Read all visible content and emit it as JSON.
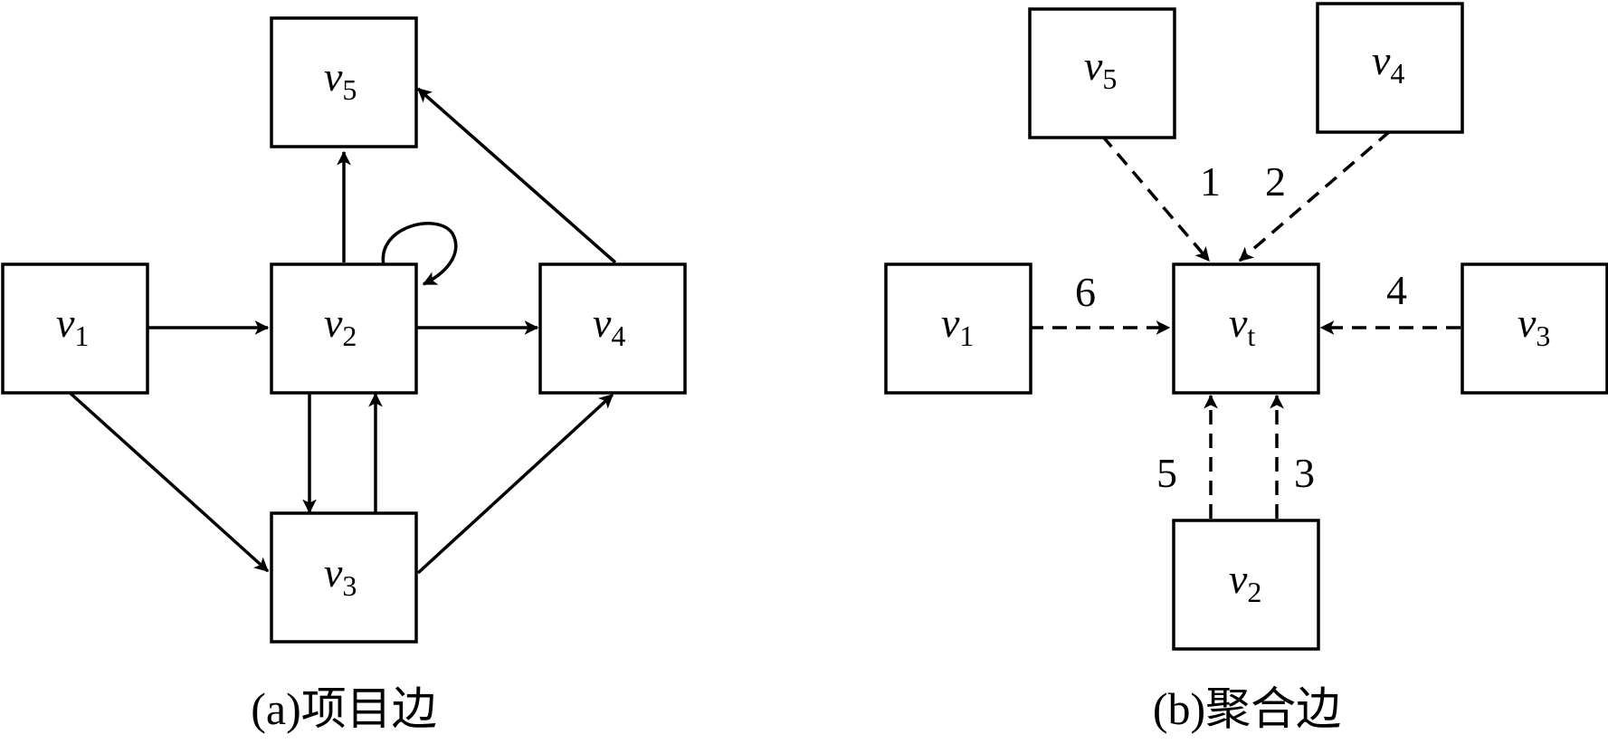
{
  "panel_a": {
    "caption": "(a)项目边",
    "nodes": [
      {
        "id": "v1",
        "base": "v",
        "sub": "1"
      },
      {
        "id": "v2",
        "base": "v",
        "sub": "2"
      },
      {
        "id": "v3",
        "base": "v",
        "sub": "3"
      },
      {
        "id": "v4",
        "base": "v",
        "sub": "4"
      },
      {
        "id": "v5",
        "base": "v",
        "sub": "5"
      }
    ]
  },
  "panel_b": {
    "caption": "(b)聚合边",
    "nodes": [
      {
        "id": "vt",
        "base": "v",
        "sub": "t"
      },
      {
        "id": "v5",
        "base": "v",
        "sub": "5"
      },
      {
        "id": "v4",
        "base": "v",
        "sub": "4"
      },
      {
        "id": "v1",
        "base": "v",
        "sub": "1"
      },
      {
        "id": "v3",
        "base": "v",
        "sub": "3"
      },
      {
        "id": "v2",
        "base": "v",
        "sub": "2"
      }
    ],
    "edge_weights": {
      "v5_vt": "1",
      "v4_vt": "2",
      "v1_vt": "6",
      "v3_vt": "4",
      "v2_vt_left": "5",
      "v2_vt_right": "3"
    }
  }
}
